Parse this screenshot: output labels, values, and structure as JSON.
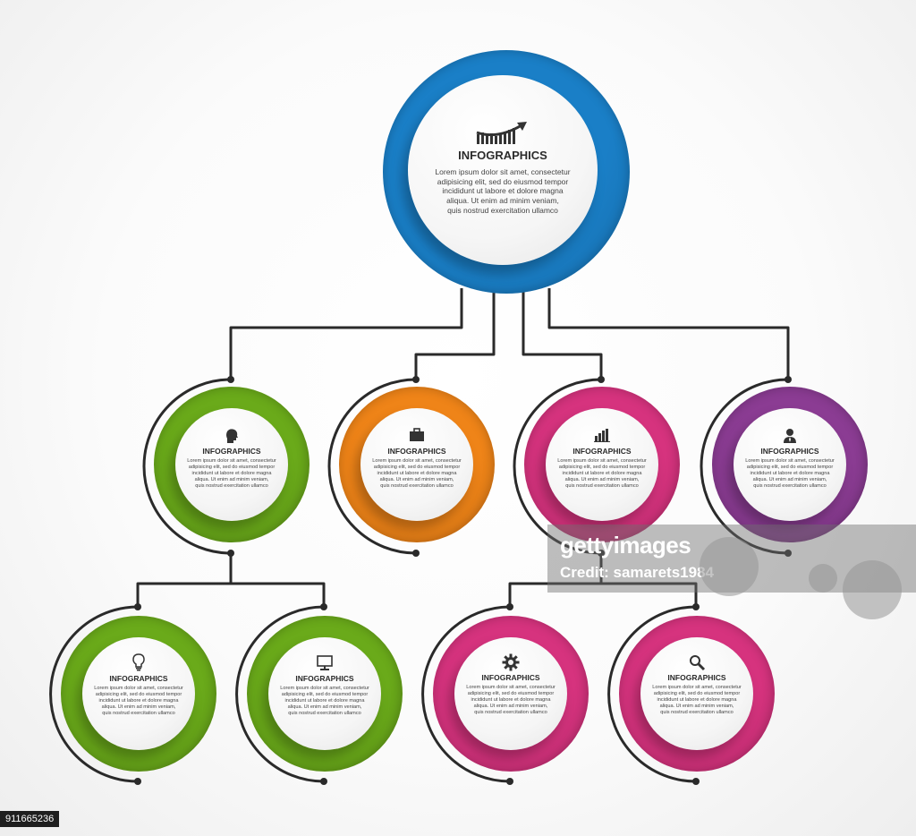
{
  "colors": {
    "root": "#1a7fc7",
    "green": "#6aaa1a",
    "orange": "#ef8418",
    "pink": "#d6337e",
    "purple": "#8b3c93",
    "connector": "#2a2a2a"
  },
  "nodes": {
    "root": {
      "title": "INFOGRAPHICS",
      "body": [
        "Lorem ipsum dolor sit amet, consectetur",
        "adipisicing elit, sed do eiusmod tempor",
        "incididunt ut labore et dolore magna",
        "aliqua. Ut enim ad minim veniam,",
        "quis nostrud exercitation ullamco"
      ],
      "icon": "growth-chart-icon",
      "color": "root"
    },
    "level1_1": {
      "title": "INFOGRAPHICS",
      "body": [
        "Lorem ipsum dolor sit amet, consectetur",
        "adipisicing elit, sed do eiusmod tempor",
        "incididunt ut labore et dolore magna",
        "aliqua. Ut enim ad minim veniam,",
        "quis nostrud exercitation ullamco"
      ],
      "icon": "person-head-icon",
      "color": "green"
    },
    "level1_2": {
      "title": "INFOGRAPHICS",
      "body": [
        "Lorem ipsum dolor sit amet, consectetur",
        "adipisicing elit, sed do eiusmod tempor",
        "incididunt ut labore et dolore magna",
        "aliqua. Ut enim ad minim veniam,",
        "quis nostrud exercitation ullamco"
      ],
      "icon": "briefcase-icon",
      "color": "orange"
    },
    "level1_3": {
      "title": "INFOGRAPHICS",
      "body": [
        "Lorem ipsum dolor sit amet, consectetur",
        "adipisicing elit, sed do eiusmod tempor",
        "incididunt ut labore et dolore magna",
        "aliqua. Ut enim ad minim veniam,",
        "quis nostrud exercitation ullamco"
      ],
      "icon": "bar-chart-icon",
      "color": "pink"
    },
    "level1_4": {
      "title": "INFOGRAPHICS",
      "body": [
        "Lorem ipsum dolor sit amet, consectetur",
        "adipisicing elit, sed do eiusmod tempor",
        "incididunt ut labore et dolore magna",
        "aliqua. Ut enim ad minim veniam,",
        "quis nostrud exercitation ullamco"
      ],
      "icon": "user-icon",
      "color": "purple"
    },
    "level2_1": {
      "title": "INFOGRAPHICS",
      "body": [
        "Lorem ipsum dolor sit amet, consectetur",
        "adipisicing elit, sed do eiusmod tempor",
        "incididunt ut labore et dolore magna",
        "aliqua. Ut enim ad minim veniam,",
        "quis nostrud exercitation ullamco"
      ],
      "icon": "lightbulb-icon",
      "color": "green"
    },
    "level2_2": {
      "title": "INFOGRAPHICS",
      "body": [
        "Lorem ipsum dolor sit amet, consectetur",
        "adipisicing elit, sed do eiusmod tempor",
        "incididunt ut labore et dolore magna",
        "aliqua. Ut enim ad minim veniam,",
        "quis nostrud exercitation ullamco"
      ],
      "icon": "monitor-icon",
      "color": "green"
    },
    "level2_3": {
      "title": "INFOGRAPHICS",
      "body": [
        "Lorem ipsum dolor sit amet, consectetur",
        "adipisicing elit, sed do eiusmod tempor",
        "incididunt ut labore et dolore magna",
        "aliqua. Ut enim ad minim veniam,",
        "quis nostrud exercitation ullamco"
      ],
      "icon": "gear-icon",
      "color": "pink"
    },
    "level2_4": {
      "title": "INFOGRAPHICS",
      "body": [
        "Lorem ipsum dolor sit amet, consectetur",
        "adipisicing elit, sed do eiusmod tempor",
        "incididunt ut labore et dolore magna",
        "aliqua. Ut enim ad minim veniam,",
        "quis nostrud exercitation ullamco"
      ],
      "icon": "magnifier-icon",
      "color": "pink"
    }
  },
  "watermark": {
    "logo": "gettyimages",
    "credit": "Credit: samarets1984"
  },
  "image_id": "911665236"
}
